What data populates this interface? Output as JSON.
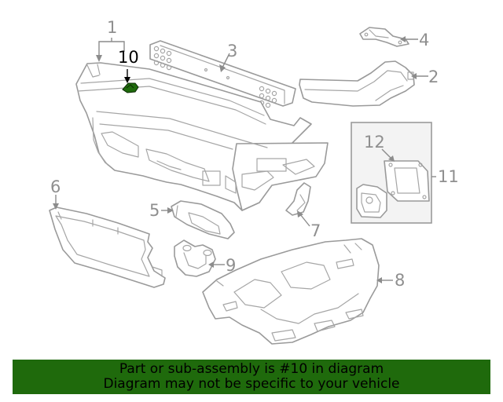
{
  "callouts": {
    "c1": "1",
    "c2": "2",
    "c3": "3",
    "c4": "4",
    "c5": "5",
    "c6": "6",
    "c7": "7",
    "c8": "8",
    "c9": "9",
    "c10": "10",
    "c11": "11",
    "c12": "12"
  },
  "highlight_color": "#1f6a0c",
  "banner": {
    "line1": "Part or sub-assembly is #10 in diagram",
    "line2": "Diagram may not be specific to your vehicle"
  }
}
